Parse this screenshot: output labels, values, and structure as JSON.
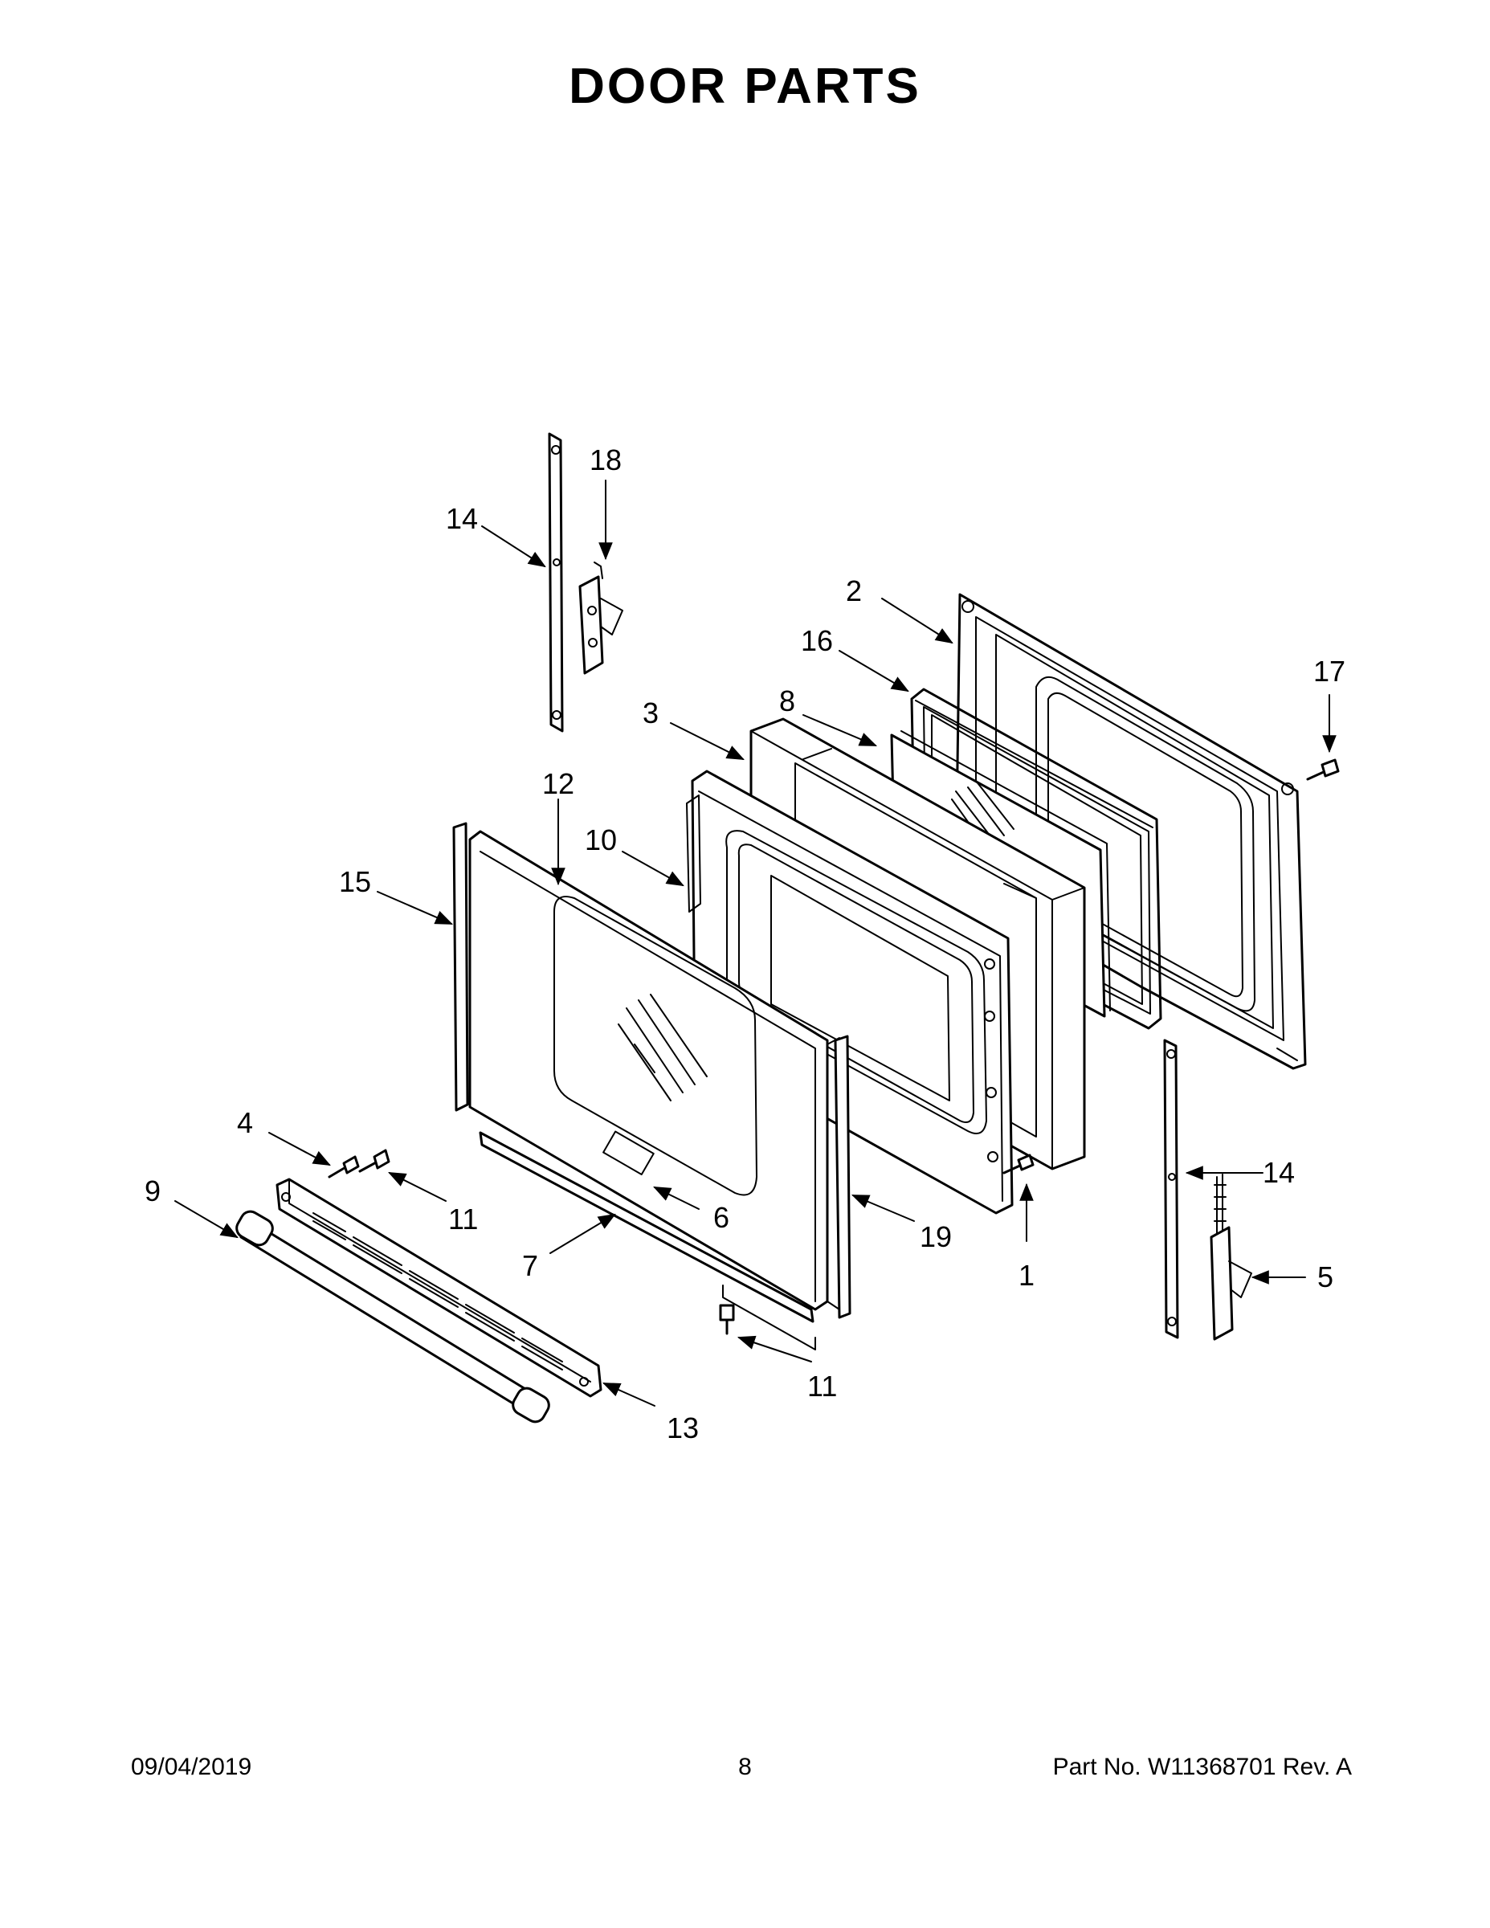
{
  "title": "DOOR PARTS",
  "callouts": [
    {
      "id": "c1",
      "label": "1"
    },
    {
      "id": "c2",
      "label": "2"
    },
    {
      "id": "c3",
      "label": "3"
    },
    {
      "id": "c4",
      "label": "4"
    },
    {
      "id": "c5",
      "label": "5"
    },
    {
      "id": "c6",
      "label": "6"
    },
    {
      "id": "c7",
      "label": "7"
    },
    {
      "id": "c8",
      "label": "8"
    },
    {
      "id": "c9",
      "label": "9"
    },
    {
      "id": "c10",
      "label": "10"
    },
    {
      "id": "c11a",
      "label": "11"
    },
    {
      "id": "c11b",
      "label": "11"
    },
    {
      "id": "c12",
      "label": "12"
    },
    {
      "id": "c13",
      "label": "13"
    },
    {
      "id": "c14a",
      "label": "14"
    },
    {
      "id": "c14b",
      "label": "14"
    },
    {
      "id": "c15",
      "label": "15"
    },
    {
      "id": "c16",
      "label": "16"
    },
    {
      "id": "c17",
      "label": "17"
    },
    {
      "id": "c18",
      "label": "18"
    },
    {
      "id": "c19",
      "label": "19"
    }
  ],
  "footer": {
    "date": "09/04/2019",
    "page": "8",
    "part_number": "Part No.  W11368701  Rev.  A"
  }
}
